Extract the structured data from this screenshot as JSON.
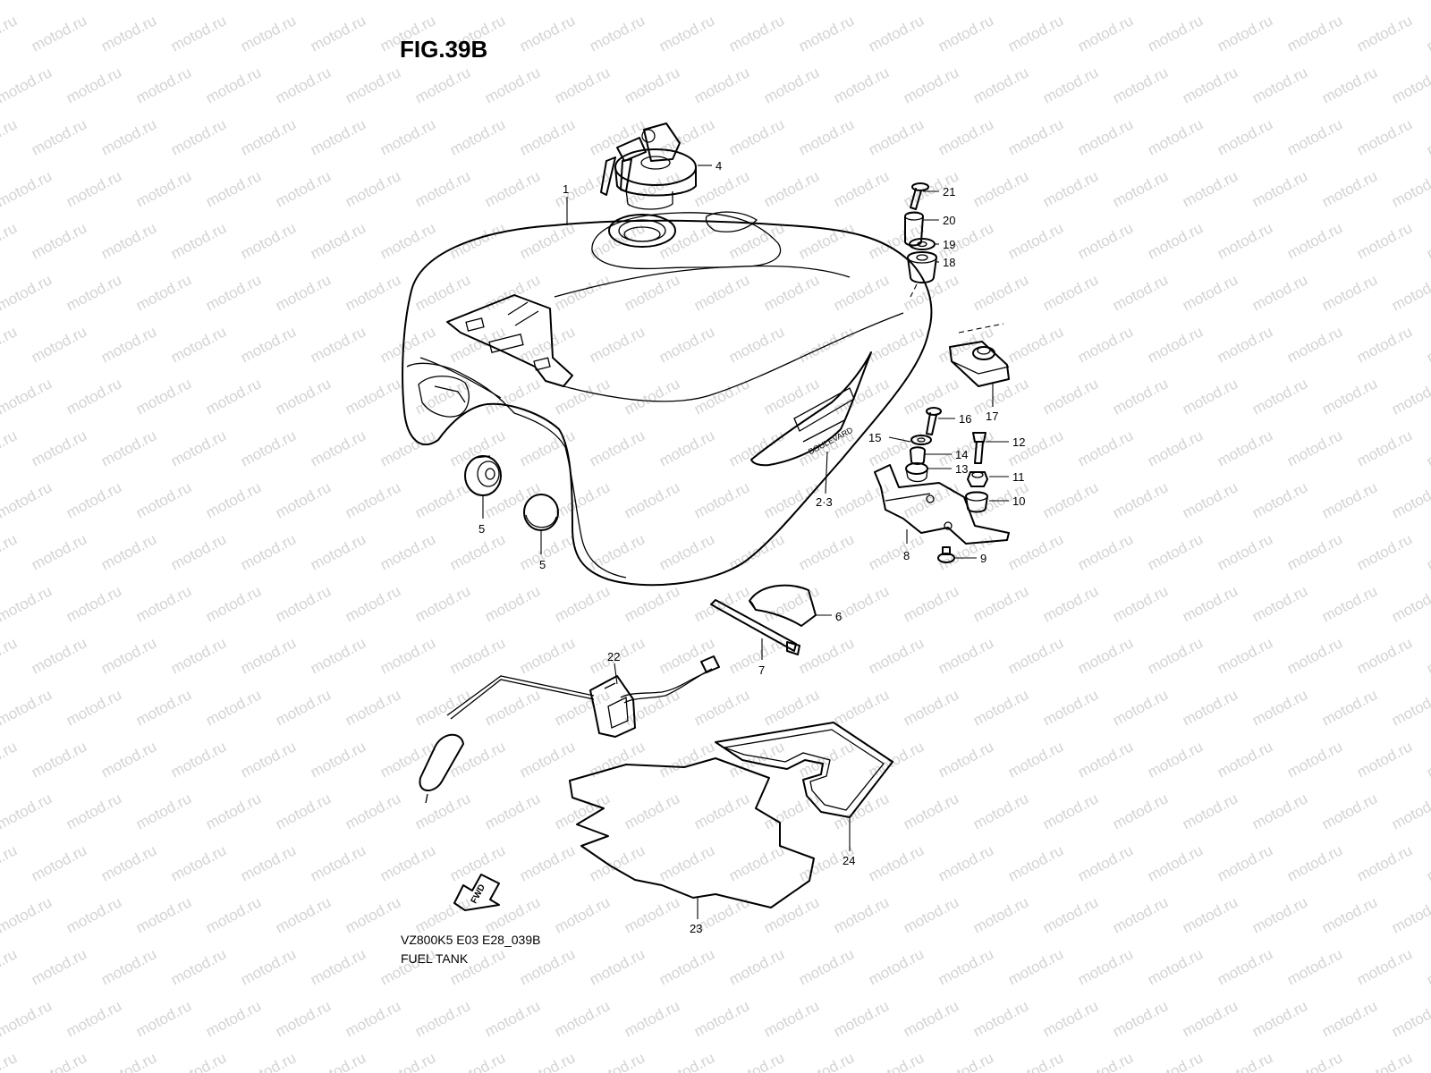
{
  "figure": {
    "title": "FIG.39B",
    "model_code": "VZ800K5 E03 E28_039B",
    "name": "FUEL TANK"
  },
  "watermark": {
    "text": "motod.ru",
    "color": "#d3d3d3"
  },
  "fwd_arrow": {
    "text": "FWD"
  },
  "tank_emblem": {
    "text": "BOULEVARD"
  },
  "callouts": [
    {
      "id": "1",
      "text": "1"
    },
    {
      "id": "2-3",
      "text": "2·3"
    },
    {
      "id": "4",
      "text": "4"
    },
    {
      "id": "5a",
      "text": "5"
    },
    {
      "id": "5b",
      "text": "5"
    },
    {
      "id": "6",
      "text": "6"
    },
    {
      "id": "7",
      "text": "7"
    },
    {
      "id": "8",
      "text": "8"
    },
    {
      "id": "9",
      "text": "9"
    },
    {
      "id": "10",
      "text": "10"
    },
    {
      "id": "11",
      "text": "11"
    },
    {
      "id": "12",
      "text": "12"
    },
    {
      "id": "13",
      "text": "13"
    },
    {
      "id": "14",
      "text": "14"
    },
    {
      "id": "15",
      "text": "15"
    },
    {
      "id": "16",
      "text": "16"
    },
    {
      "id": "17",
      "text": "17"
    },
    {
      "id": "18",
      "text": "18"
    },
    {
      "id": "19",
      "text": "19"
    },
    {
      "id": "20",
      "text": "20"
    },
    {
      "id": "21",
      "text": "21"
    },
    {
      "id": "22",
      "text": "22"
    },
    {
      "id": "23",
      "text": "23"
    },
    {
      "id": "24",
      "text": "24"
    }
  ]
}
